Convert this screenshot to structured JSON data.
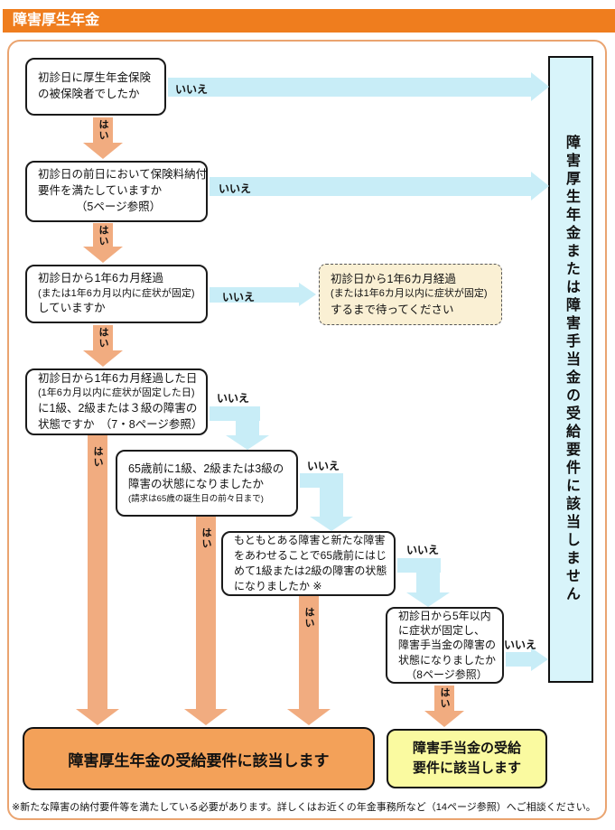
{
  "title": "障害厚生年金",
  "labels": {
    "yes": "はい",
    "no": "いいえ"
  },
  "colors": {
    "header_bar": "#EF7D1E",
    "frame_border": "#EAA470",
    "yes_arrow": "#F1AC80",
    "no_arrow": "#C8EDF7",
    "reject_box_fill": "#D8F4FA",
    "wait_box_fill": "#FAF0D4",
    "grant_pension_fill": "#F3A159",
    "grant_allowance_fill": "#FAFAA0"
  },
  "boxes": {
    "q1": {
      "lines": [
        "初診日に厚生年金保険",
        "の被保険者でしたか"
      ]
    },
    "q2": {
      "lines": [
        "初診日の前日において保険料納付",
        "要件を満たしていますか",
        "（5ページ参照）"
      ]
    },
    "q3": {
      "lines": [
        "初診日から1年6カ月経過",
        "(または1年6カ月以内に症状が固定)",
        "していますか"
      ]
    },
    "q4": {
      "lines": [
        "初診日から1年6カ月経過した日",
        "(1年6カ月以内に症状が固定した日)",
        "に1級、2級または３級の障害の",
        "状態ですか　（7・8ページ参照）"
      ]
    },
    "q5": {
      "lines": [
        "65歳前に1級、2級または3級の",
        "障害の状態になりましたか",
        "(請求は65歳の誕生日の前々日まで)"
      ]
    },
    "q6": {
      "lines": [
        "もともとある障害と新たな障害",
        "をあわせることで65歳前にはじ",
        "めて1級または2級の障害の状態",
        "になりましたか ※"
      ]
    },
    "q7": {
      "lines": [
        "初診日から5年以内",
        "に症状が固定し、",
        "障害手当金の障害の",
        "状態になりましたか",
        "（8ページ参照）"
      ]
    },
    "wait": {
      "lines": [
        "初診日から1年6カ月経過",
        "(または1年6カ月以内に症状が固定)",
        "するまで待ってください"
      ]
    },
    "reject": {
      "text": "障害厚生年金または障害手当金の受給要件に該当しません"
    },
    "grant_pension": {
      "text": "障害厚生年金の受給要件に該当します"
    },
    "grant_allowance": {
      "lines": [
        "障害手当金の受給",
        "要件に該当します"
      ]
    }
  },
  "footnote": "※新たな障害の納付要件等を満たしている必要があります。詳しくはお近くの年金事務所など（14ページ参照）へご相談ください。"
}
